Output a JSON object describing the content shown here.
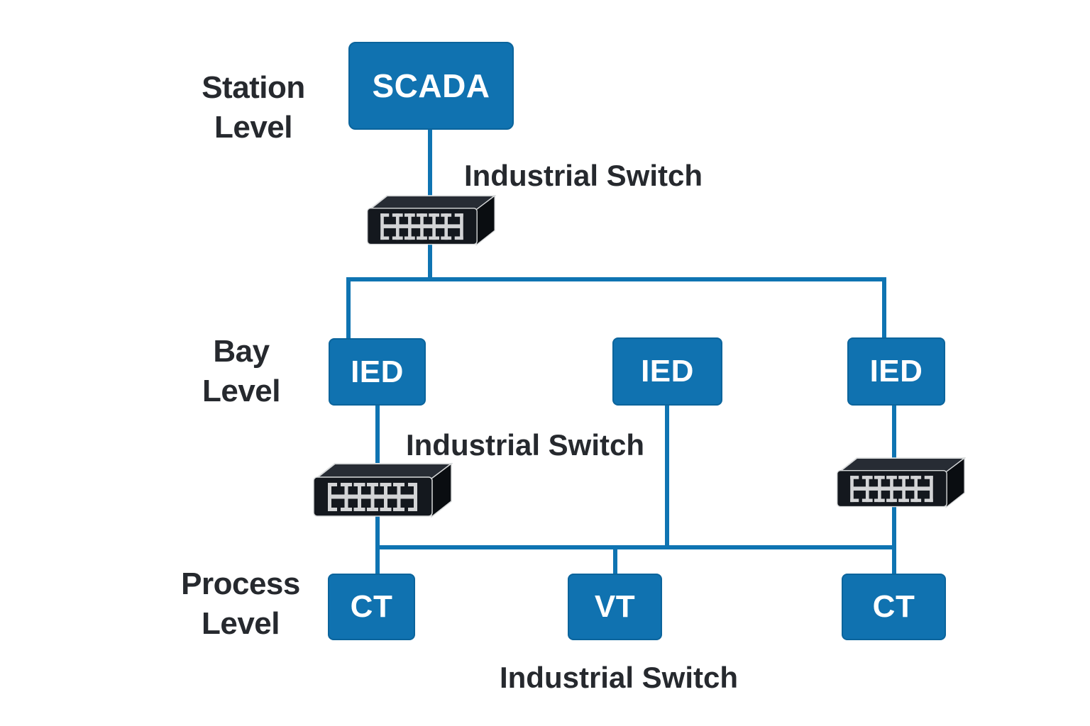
{
  "diagram": {
    "levels": [
      {
        "id": "station",
        "lines": [
          "Station",
          "Level"
        ]
      },
      {
        "id": "bay",
        "lines": [
          "Bay",
          "Level"
        ]
      },
      {
        "id": "process",
        "lines": [
          "Process",
          "Level"
        ]
      }
    ],
    "nodes": {
      "scada": {
        "label": "SCADA"
      },
      "ied_left": {
        "label": "IED"
      },
      "ied_middle": {
        "label": "IED"
      },
      "ied_right": {
        "label": "IED"
      },
      "ct_left": {
        "label": "CT"
      },
      "vt_middle": {
        "label": "VT"
      },
      "ct_right": {
        "label": "CT"
      }
    },
    "switch_labels": {
      "top": "Industrial Switch",
      "middle": "Industrial Switch",
      "bottom": "Industrial Switch"
    },
    "colors": {
      "background": "#ffffff",
      "node_blue": "#1072b0",
      "node_border": "#0b649c",
      "line_blue": "#0f74b2",
      "text_dark": "#26292e",
      "switch_front": "#14181e",
      "switch_top": "#272c34",
      "switch_side": "#0a0d11",
      "switch_edge": "#d9dbdc",
      "port_gray": "#d3d4d6"
    }
  }
}
